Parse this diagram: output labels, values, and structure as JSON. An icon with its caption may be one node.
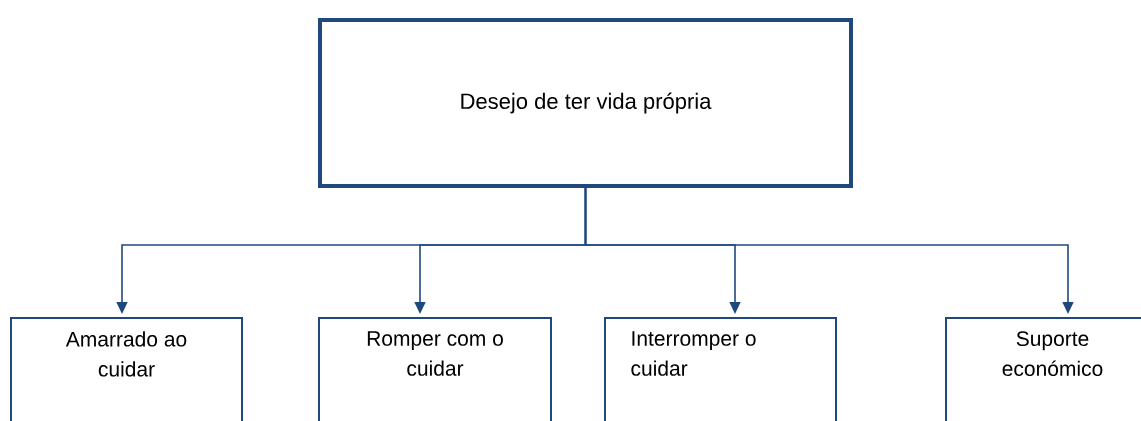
{
  "diagram": {
    "nodes": [
      {
        "text": [
          "Desejo de ter vida própria"
        ]
      },
      {
        "text": [
          "Amarrado ao cuidar"
        ]
      },
      {
        "text": [
          "Romper com o cuidar"
        ]
      },
      {
        "text": [
          "Interromper o cuidar"
        ]
      },
      {
        "text": [
          "Suporte económico"
        ]
      }
    ],
    "edges": [
      {
        "from": 0,
        "to": 1,
        "arrow": "to"
      },
      {
        "from": 0,
        "to": 2,
        "arrow": "to"
      },
      {
        "from": 0,
        "to": 3,
        "arrow": "to"
      },
      {
        "from": 0,
        "to": 4,
        "arrow": "to"
      }
    ]
  }
}
